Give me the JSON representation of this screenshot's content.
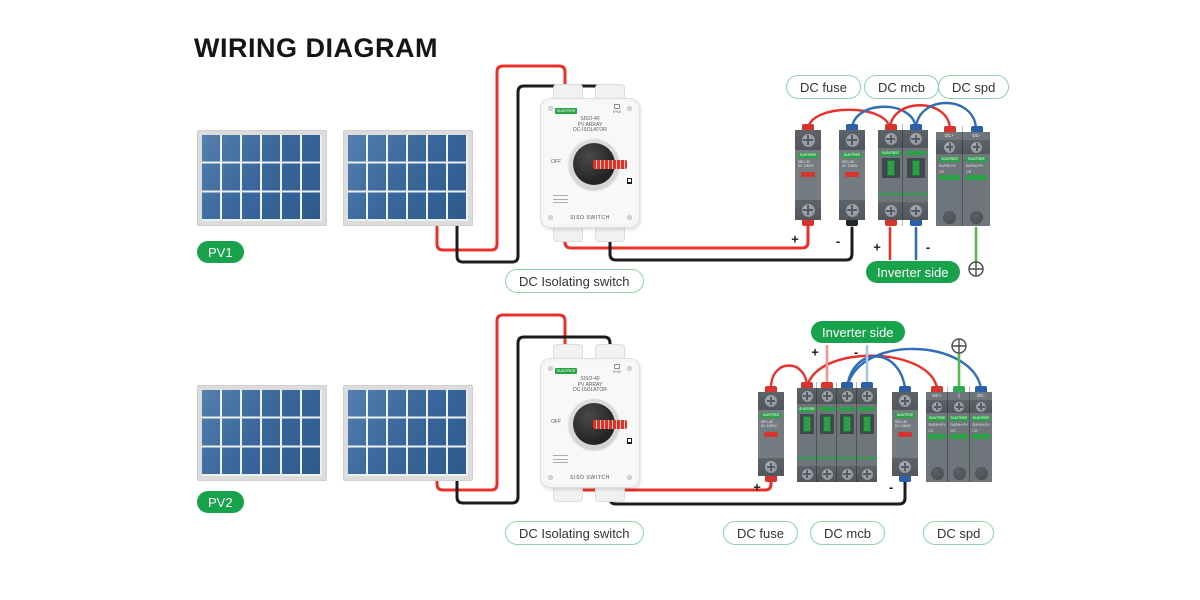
{
  "title": "WIRING DIAGRAM",
  "labels": {
    "pv1": "PV1",
    "pv2": "PV2",
    "isolating_switch": "DC Isolating switch",
    "dc_fuse": "DC fuse",
    "dc_mcb": "DC mcb",
    "dc_spd": "DC spd",
    "inverter_side": "Inverter side",
    "plus": "+",
    "minus": "-"
  },
  "devices": {
    "brand": "SUNTREE",
    "isolator": {
      "model": "SISO-40",
      "type_line2": "PV ARRAY",
      "type_line3": "DC-ISOLATOR",
      "footer": "SISO SWITCH",
      "on": "ON",
      "off": "OFF",
      "ip_rating": "IP66"
    },
    "fuse": {
      "model": "SRC-30",
      "rating": "DC 1000V"
    },
    "spd": {
      "model": "SUP4H-PV",
      "terminal_plus": "DC+",
      "terminal_earth": "⏚",
      "terminal_minus": "DC-",
      "ce_mark": "CE"
    }
  },
  "wire_colors": {
    "positive": "#e8312a",
    "pv_negative": "#1c1c1c",
    "dc_negative": "#2f6db6",
    "inverter_positive_light": "#f2938e",
    "inverter_negative_light": "#a6c6e8",
    "earth_green": "#57b947",
    "label_green": "#17a24b"
  }
}
